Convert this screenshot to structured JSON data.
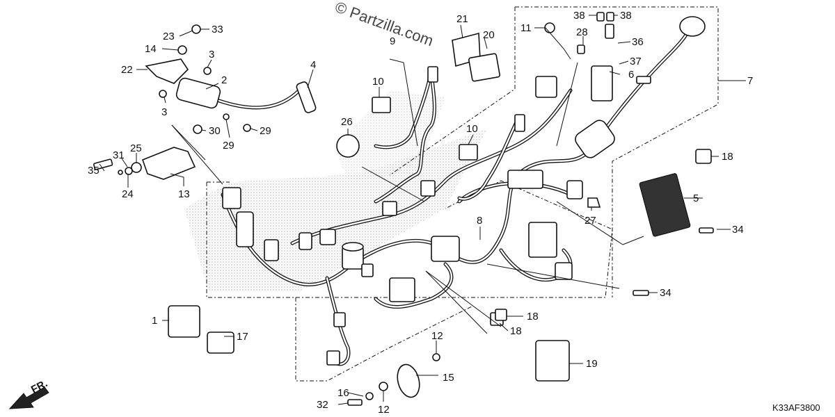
{
  "watermark": "© Partzilla.com",
  "diagram_code": "K33AF3800",
  "direction_label": "FR.",
  "callouts": [
    "1",
    "2",
    "3",
    "3",
    "4",
    "5",
    "6",
    "7",
    "8",
    "9",
    "10",
    "10",
    "11",
    "12",
    "12",
    "13",
    "14",
    "15",
    "16",
    "17",
    "18",
    "18",
    "18",
    "19",
    "20",
    "21",
    "22",
    "23",
    "24",
    "25",
    "26",
    "27",
    "28",
    "29",
    "29",
    "30",
    "31",
    "32",
    "33",
    "34",
    "34",
    "35",
    "36",
    "37",
    "38",
    "38"
  ]
}
